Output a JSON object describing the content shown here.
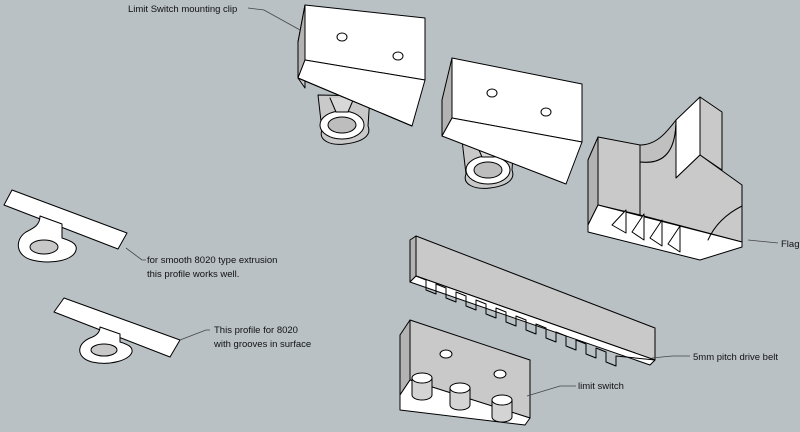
{
  "labels": {
    "limit_clip": "Limit Switch mounting clip",
    "flag": "Flag",
    "smooth_line1": "for smooth 8020 type extrusion",
    "smooth_line2": "this profile works well.",
    "grooved_line1": "This profile for 8020",
    "grooved_line2": "with grooves in surface",
    "drive_belt": "5mm pitch drive belt",
    "limit_switch": "limit switch"
  },
  "colors": {
    "background": "#b9c1c5",
    "face_light": "#ffffff",
    "face_shade": "#c9c9c9",
    "face_dark": "#b3b3b3",
    "edge": "#000000"
  }
}
